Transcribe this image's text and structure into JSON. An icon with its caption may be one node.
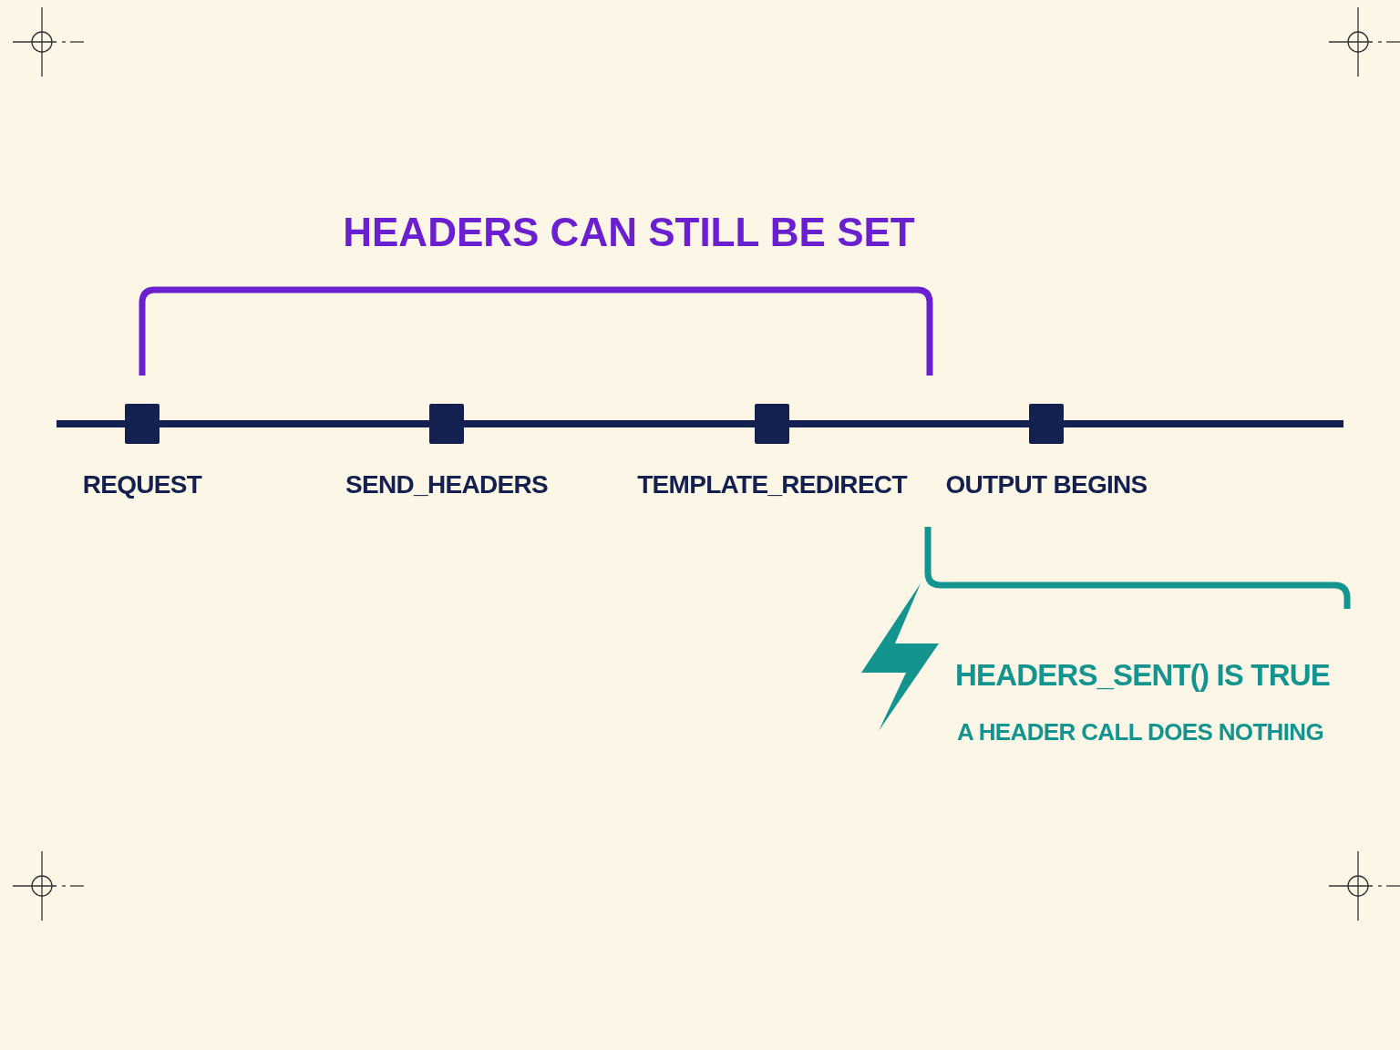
{
  "diagram": {
    "nodes": [
      {
        "text": [],
        "shape": "box",
        "beside": [
          "REQUEST"
        ]
      },
      {
        "text": [],
        "shape": "box",
        "beside": [
          "SEND_HEADERS"
        ]
      },
      {
        "text": [],
        "shape": "box",
        "beside": [
          "TEMPLATE_REDIRECT"
        ]
      },
      {
        "text": [],
        "shape": "box",
        "beside": [
          "OUTPUT BEGINS"
        ]
      }
    ],
    "edges": [
      {
        "from": null,
        "to": 0,
        "arrow": "none"
      },
      {
        "from": 0,
        "to": 1,
        "arrow": "none"
      },
      {
        "from": 1,
        "to": 2,
        "arrow": "none"
      },
      {
        "from": 2,
        "to": 3,
        "arrow": "none"
      },
      {
        "from": 3,
        "to": null,
        "arrow": "none"
      }
    ],
    "labels": [
      "HEADERS CAN STILL BE SET",
      "HEADERS_SENT() IS TRUE",
      "A HEADER CALL DOES NOTHING"
    ]
  }
}
